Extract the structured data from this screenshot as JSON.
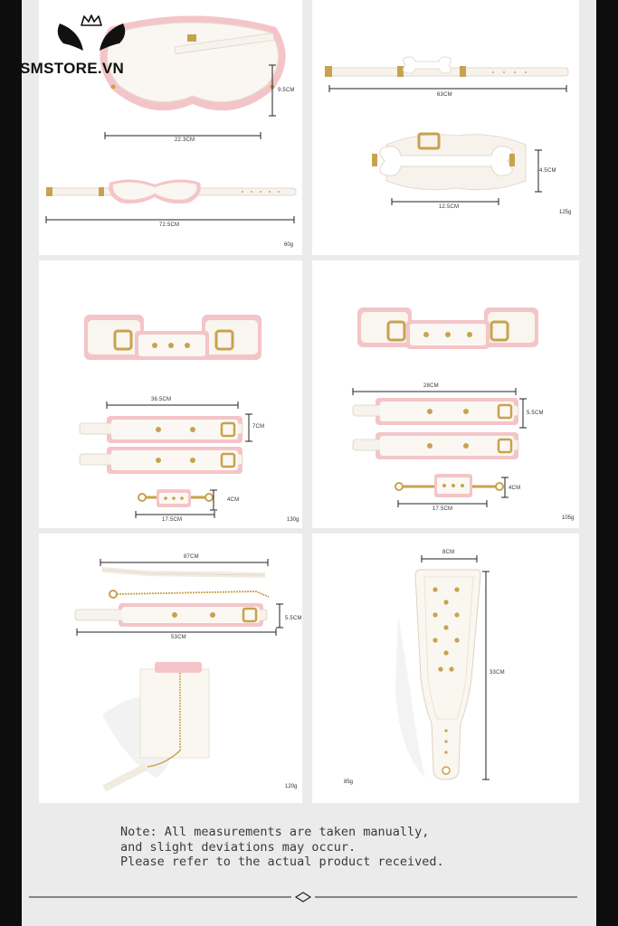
{
  "brand": {
    "name": "SMSTORE.VN"
  },
  "panels": {
    "blindfold": {
      "width": "22.3CM",
      "height": "9.5CM",
      "total": "72.5CM",
      "weight": "60g"
    },
    "gag": {
      "total": "63CM",
      "width": "12.5CM",
      "height": "4.5CM",
      "weight": "125g"
    },
    "cuffs_large": {
      "length": "36.5CM",
      "height": "7CM",
      "connector": "17.5CM",
      "connector_height": "4CM",
      "weight": "130g"
    },
    "cuffs_small": {
      "length": "28CM",
      "height": "5.5CM",
      "connector": "17.5CM",
      "connector_height": "4CM",
      "weight": "105g"
    },
    "collar": {
      "leash": "87CM",
      "length": "53CM",
      "height": "5.5CM",
      "weight": "120g"
    },
    "paddle": {
      "width": "8CM",
      "length": "33CM",
      "weight": "85g"
    }
  },
  "note": {
    "line1": "Note: All measurements are taken manually,",
    "line2": "and slight deviations may occur.",
    "line3": "Please refer to the actual product received."
  },
  "colors": {
    "pink": "#f4c5c8",
    "cream": "#f7f3ec",
    "gold": "#c8a24e",
    "background": "#ebebeb"
  }
}
